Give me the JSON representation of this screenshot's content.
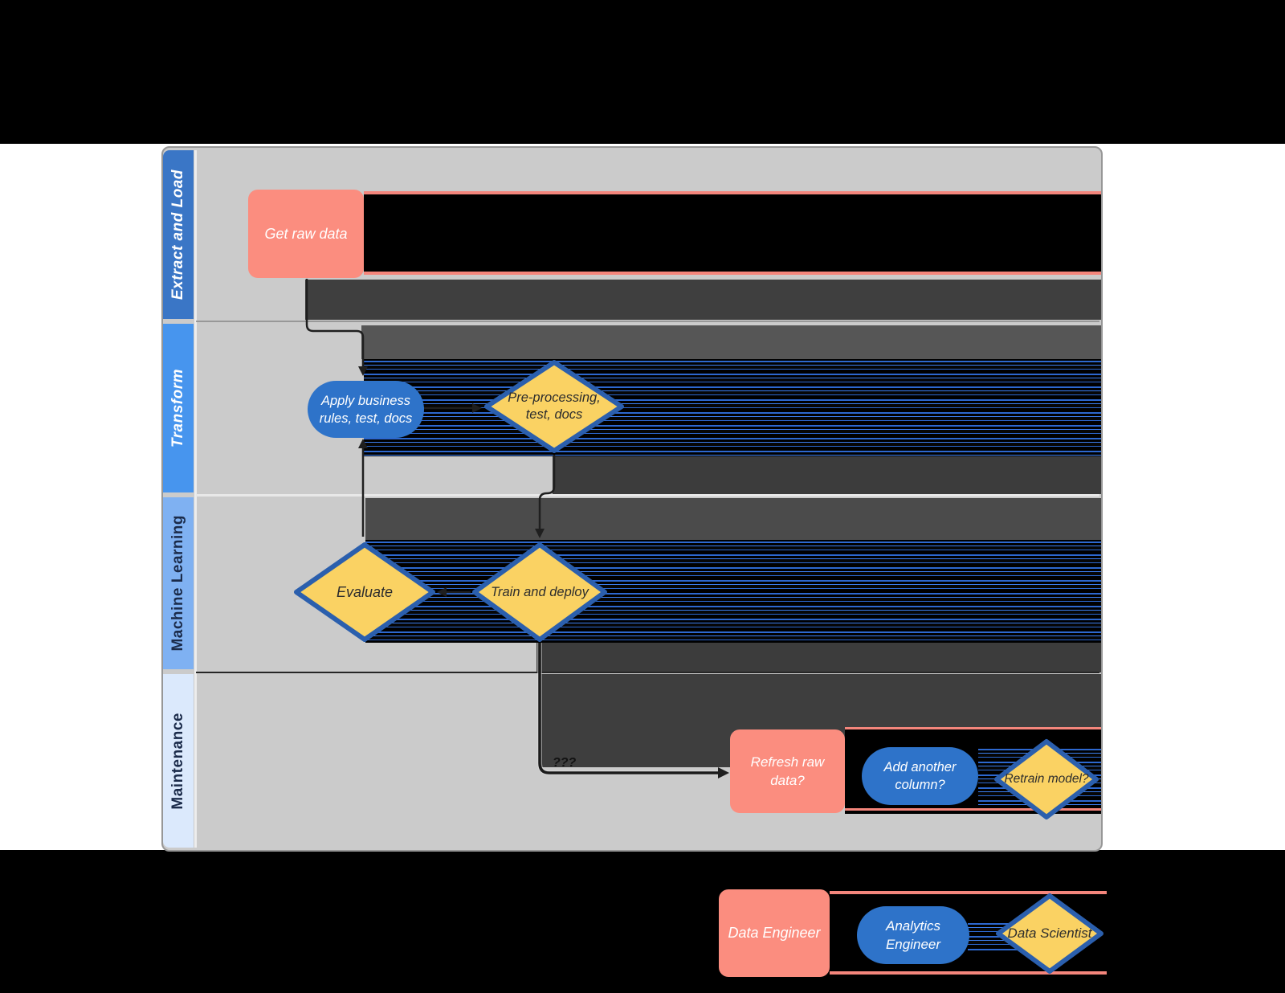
{
  "diagram": {
    "lanes": [
      {
        "label": "Extract and Load",
        "header_color": "#3a76c6",
        "text_color": "#ffffff"
      },
      {
        "label": "Transform",
        "header_color": "#4795ee",
        "text_color": "#ffffff"
      },
      {
        "label": "Machine Learning",
        "header_color": "#7fb1f2",
        "text_color": "#1b2b4a"
      },
      {
        "label": "Maintenance",
        "header_color": "#dbe9fc",
        "text_color": "#1b2b4a"
      }
    ],
    "nodes": {
      "get_raw_data": {
        "label": "Get raw data",
        "shape": "rounded-rectangle",
        "lane": "Extract and Load"
      },
      "apply_business_rules": {
        "label": "Apply business rules, test, docs",
        "shape": "stadium",
        "lane": "Transform"
      },
      "pre_processing": {
        "label": "Pre-processing, test, docs",
        "shape": "diamond",
        "lane": "Transform"
      },
      "evaluate": {
        "label": "Evaluate",
        "shape": "diamond",
        "lane": "Machine Learning"
      },
      "train_and_deploy": {
        "label": "Train and deploy",
        "shape": "diamond",
        "lane": "Machine Learning"
      },
      "refresh_raw_data": {
        "label": "Refresh raw data?",
        "shape": "rounded-rectangle",
        "lane": "Maintenance"
      },
      "add_another_column": {
        "label": "Add another column?",
        "shape": "stadium",
        "lane": "Maintenance"
      },
      "retrain_model": {
        "label": "Retrain model?",
        "shape": "diamond",
        "lane": "Maintenance"
      }
    },
    "connector_label": "???"
  },
  "legend": {
    "items": [
      {
        "label": "Data Engineer",
        "shape": "rounded-rectangle",
        "color": "#fb8d7f"
      },
      {
        "label": "Analytics Engineer",
        "shape": "stadium",
        "color": "#2e73c9"
      },
      {
        "label": "Data Scientist",
        "shape": "diamond",
        "color": "#fad263"
      }
    ]
  },
  "palette": {
    "matte": "#000000",
    "canvas": "#cbcbcb",
    "lane1": "#3a76c6",
    "lane2": "#4795ee",
    "lane3": "#7fb1f2",
    "lane4": "#dbe9fc",
    "salmon": "#fb8d7f",
    "salmon-line": "#f4867c",
    "blue": "#2e73c9",
    "yellow": "#fad263",
    "diamond-border": "#2b5fad"
  }
}
